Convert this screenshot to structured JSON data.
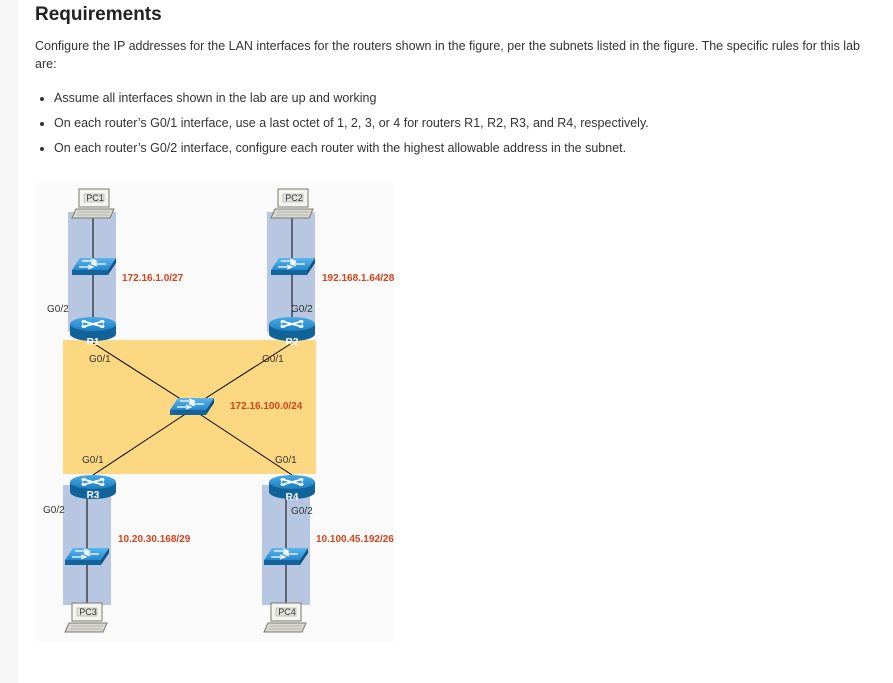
{
  "section_title": "Requirements",
  "intro": "Configure the IP addresses for the LAN interfaces for the routers shown in the figure, per the subnets listed in the figure. The specific rules for this lab are:",
  "rules": [
    "Assume all interfaces shown in the lab are up and working",
    "On each router’s G0/1 interface, use a last octet of 1, 2, 3, or 4 for routers R1, R2, R3, and R4, respectively.",
    "On each router’s G0/2 interface, configure each router with the highest allowable address in the subnet."
  ],
  "figure": {
    "pcs": [
      "PC1",
      "PC2",
      "PC3",
      "PC4"
    ],
    "routers": [
      "R1",
      "R2",
      "R3",
      "R4"
    ],
    "interfaces": {
      "r1_g02": "G0/2",
      "r1_g01": "G0/1",
      "r2_g02": "G0/2",
      "r2_g01": "G0/1",
      "r3_g01": "G0/1",
      "r3_g02": "G0/2",
      "r4_g01": "G0/1",
      "r4_g02": "G0/2"
    },
    "subnets": {
      "lan1": "172.16.1.0/27",
      "lan2": "192.168.1.64/28",
      "core": "172.16.100.0/24",
      "lan3": "10.20.30.168/29",
      "lan4": "10.100.45.192/26"
    },
    "colors": {
      "lan_band": "#b7c7e2",
      "core_band": "#fdd882",
      "subnet_label": "#d4431c",
      "router_blue": "#1a7fc2",
      "switch_blue": "#2791d6"
    }
  }
}
